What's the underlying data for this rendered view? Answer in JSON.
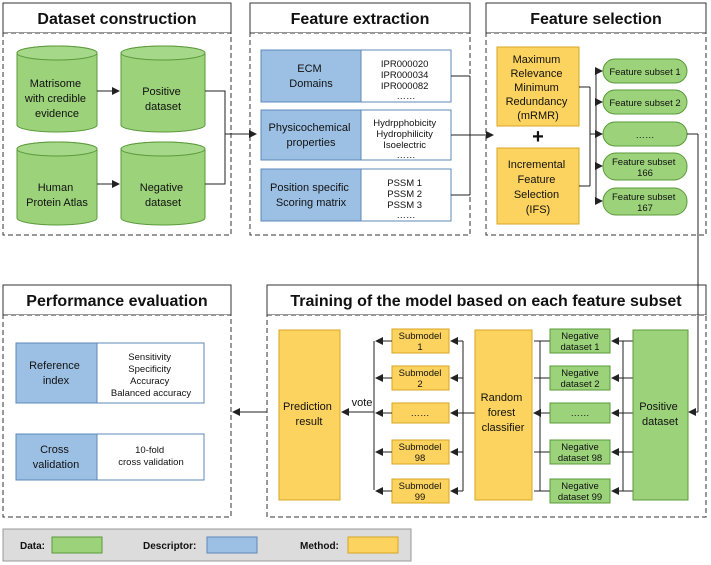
{
  "sections": {
    "dataset_construction": "Dataset construction",
    "feature_extraction": "Feature extraction",
    "feature_selection": "Feature selection",
    "performance_evaluation": "Performance evaluation",
    "training": "Training of the model based on  each feature subset"
  },
  "dataset": {
    "matrisome": [
      "Matrisome",
      "with credible",
      "evidence"
    ],
    "hpa": [
      "Human",
      "Protein Atlas"
    ],
    "positive": [
      "Positive",
      "dataset"
    ],
    "negative": [
      "Negative",
      "dataset"
    ]
  },
  "features": [
    {
      "name": [
        "ECM",
        "Domains"
      ],
      "items": [
        "IPR000020",
        "IPR000034",
        "IPR000082",
        "……"
      ]
    },
    {
      "name": [
        "Physicochemical",
        "properties"
      ],
      "items": [
        "Hydrpphobicity",
        "Hydrophilicity",
        "Isoelectric",
        "……"
      ]
    },
    {
      "name": [
        "Position specific",
        "Scoring matrix"
      ],
      "items": [
        "PSSM 1",
        "PSSM 2",
        "PSSM 3",
        "……"
      ]
    }
  ],
  "selection": {
    "mrmr": [
      "Maximum",
      "Relevance",
      "Minimum",
      "Redundancy",
      "(mRMR)"
    ],
    "plus": "+",
    "ifs": [
      "Incremental",
      "Feature",
      "Selection",
      "(IFS)"
    ],
    "subsets": [
      [
        "Feature subset 1"
      ],
      [
        "Feature subset 2"
      ],
      [
        "……"
      ],
      [
        "Feature subset",
        "166"
      ],
      [
        "Feature subset",
        "167"
      ]
    ]
  },
  "evaluation": {
    "reference_index": {
      "name": [
        "Reference",
        "index"
      ],
      "items": [
        "Sensitivity",
        "Specificity",
        "Accuracy",
        "Balanced accuracy"
      ]
    },
    "cross_validation": {
      "name": [
        "Cross",
        "validation"
      ],
      "items": [
        "10-fold",
        "cross validation"
      ]
    }
  },
  "training": {
    "prediction": [
      "Prediction",
      "result"
    ],
    "vote": "vote",
    "submodels": [
      [
        "Submodel",
        "1"
      ],
      [
        "Submodel",
        "2"
      ],
      [
        "……"
      ],
      [
        "Submodel",
        "98"
      ],
      [
        "Submodel",
        "99"
      ]
    ],
    "classifier": [
      "Random",
      "forest",
      "classifier"
    ],
    "negatives": [
      [
        "Negative",
        "dataset 1"
      ],
      [
        "Negative",
        "dataset 2"
      ],
      [
        "……"
      ],
      [
        "Negative",
        "dataset 98"
      ],
      [
        "Negative",
        "dataset 99"
      ]
    ],
    "positive": [
      "Positive",
      "dataset"
    ]
  },
  "legend": {
    "data": "Data:",
    "descriptor": "Descriptor:",
    "method": "Method:"
  },
  "colors": {
    "data": "#9bd27a",
    "descriptor": "#9cc0e4",
    "method": "#fcd35e"
  }
}
